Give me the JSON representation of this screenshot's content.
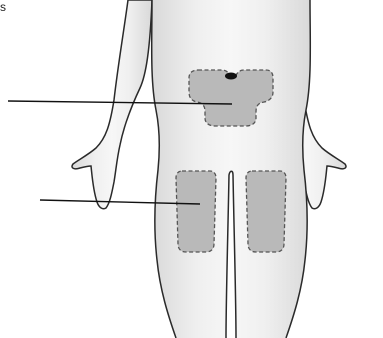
{
  "figure": {
    "corner_text": "s",
    "colors": {
      "background": "#ffffff",
      "body_fill_center": "#f6f6f6",
      "body_fill_edge": "#dcdcdc",
      "outline": "#2a2a2a",
      "zone_fill": "#b9b9b9",
      "zone_border": "#555555",
      "leader_line": "#111111"
    },
    "icons": [
      "body-outline-icon",
      "navel-icon"
    ],
    "zones": [
      {
        "id": "abdomen",
        "labels_shown": false
      },
      {
        "id": "left-thigh",
        "labels_shown": false
      },
      {
        "id": "right-thigh",
        "labels_shown": false
      }
    ]
  }
}
